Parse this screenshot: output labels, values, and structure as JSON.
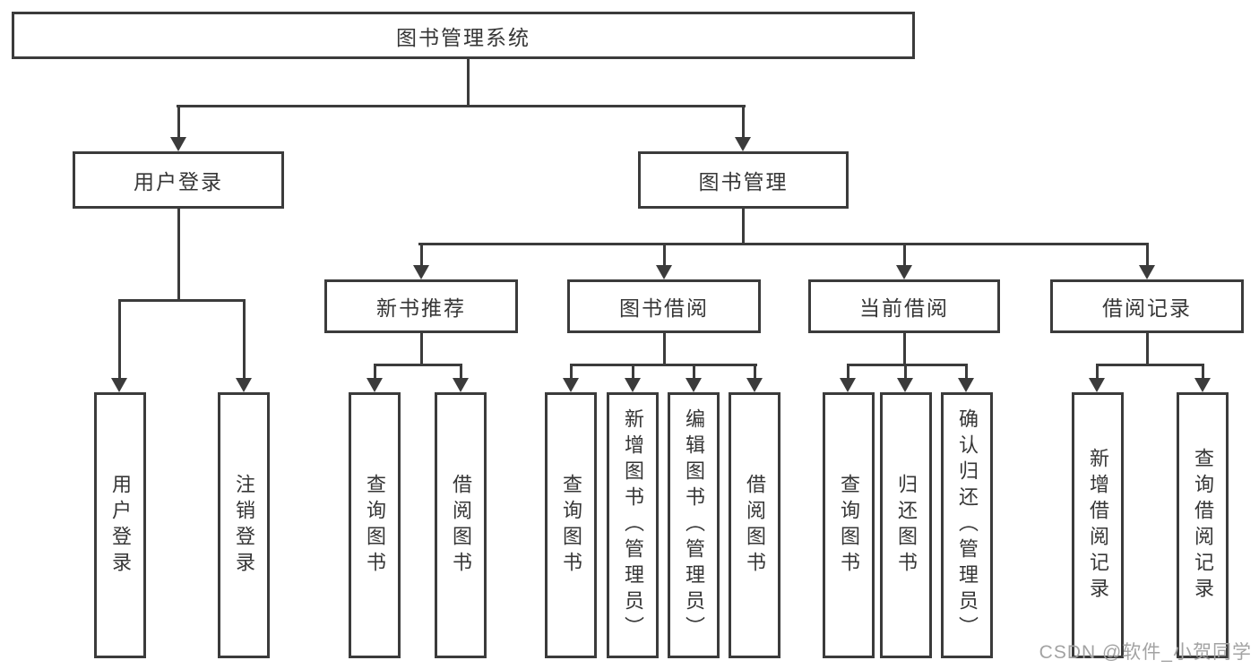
{
  "diagram": {
    "tree": {
      "root": "图书管理系统",
      "children": [
        {
          "label": "用户登录",
          "children": [
            "用户登录",
            "注销登录"
          ]
        },
        {
          "label": "图书管理",
          "children": [
            {
              "label": "新书推荐",
              "children": [
                "查询图书",
                "借阅图书"
              ]
            },
            {
              "label": "图书借阅",
              "children": [
                "查询图书",
                "新增图书（管理员）",
                "编辑图书（管理员）",
                "借阅图书"
              ]
            },
            {
              "label": "当前借阅",
              "children": [
                "查询图书",
                "归还图书",
                "确认归还（管理员）"
              ]
            },
            {
              "label": "借阅记录",
              "children": [
                "新增借阅记录",
                "查询借阅记录"
              ]
            }
          ]
        }
      ]
    },
    "colors": {
      "line": "#3b3b3b",
      "text": "#363636",
      "watermark": "#a3a3a3",
      "background": "#ffffff"
    }
  },
  "watermark": {
    "text": "CSDN @软件_小贺同学"
  }
}
